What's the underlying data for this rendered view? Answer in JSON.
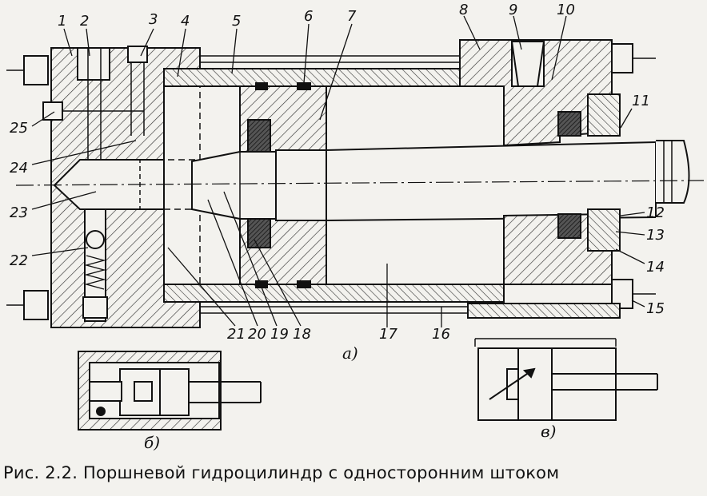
{
  "figure": {
    "caption": "Рис. 2.2. Поршневой гидроцилиндр с односторонним штоком",
    "view_labels": {
      "a": "а)",
      "b": "б)",
      "c": "в)"
    },
    "part_numbers": {
      "n1": "1",
      "n2": "2",
      "n3": "3",
      "n4": "4",
      "n5": "5",
      "n6": "6",
      "n7": "7",
      "n8": "8",
      "n9": "9",
      "n10": "10",
      "n11": "11",
      "n12": "12",
      "n13": "13",
      "n14": "14",
      "n15": "15",
      "n16": "16",
      "n17": "17",
      "n18": "18",
      "n19": "19",
      "n20": "20",
      "n21": "21",
      "n22": "22",
      "n23": "23",
      "n24": "24",
      "n25": "25"
    }
  }
}
